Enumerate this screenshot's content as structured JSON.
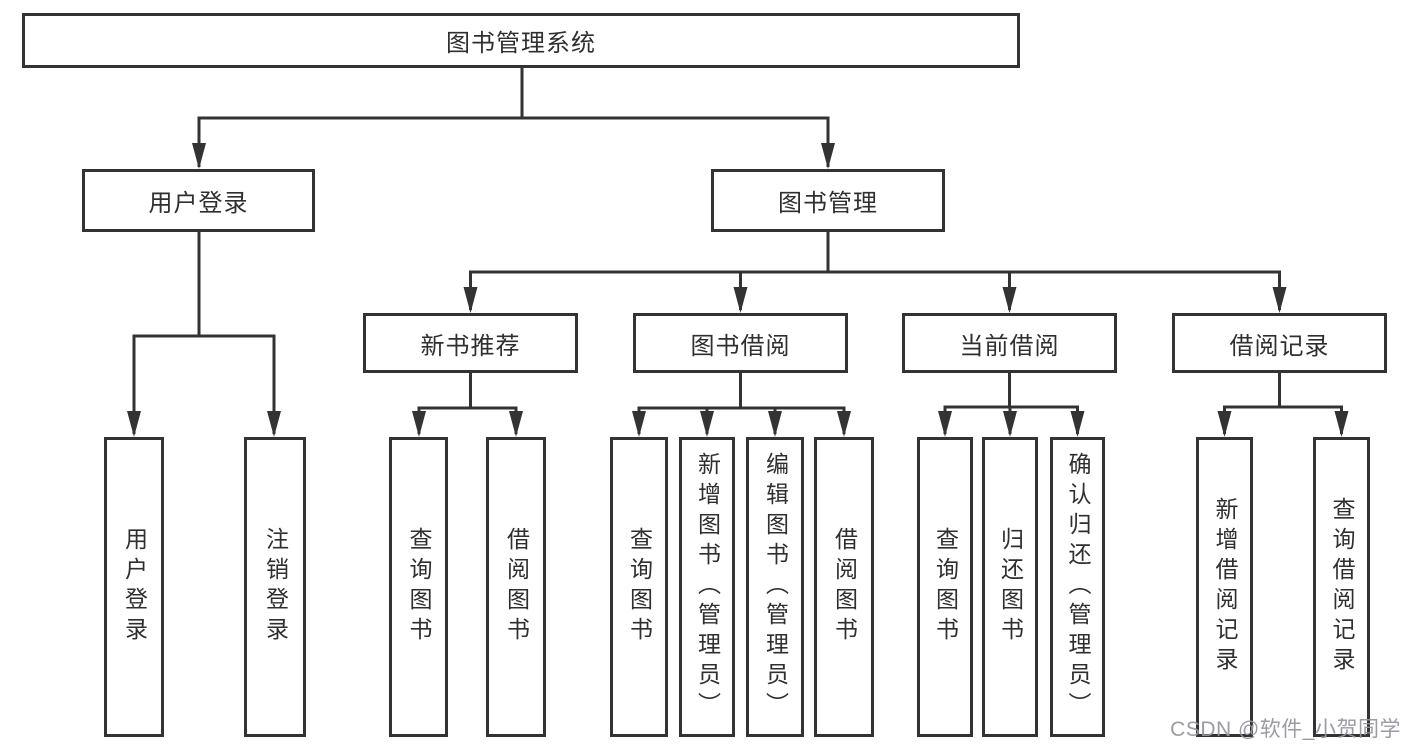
{
  "diagram": {
    "title": "图书管理系统",
    "root": {
      "label": "图书管理系统"
    },
    "level2": [
      {
        "label": "用户登录"
      },
      {
        "label": "图书管理"
      }
    ],
    "level3": [
      {
        "label": "新书推荐"
      },
      {
        "label": "图书借阅"
      },
      {
        "label": "当前借阅"
      },
      {
        "label": "借阅记录"
      }
    ],
    "leaves": [
      {
        "label": "用户登录",
        "parent": "用户登录"
      },
      {
        "label": "注销登录",
        "parent": "用户登录"
      },
      {
        "label": "查询图书",
        "parent": "新书推荐"
      },
      {
        "label": "借阅图书",
        "parent": "新书推荐"
      },
      {
        "label": "查询图书",
        "parent": "图书借阅"
      },
      {
        "label": "新增图书（管理员）",
        "parent": "图书借阅"
      },
      {
        "label": "编辑图书（管理员）",
        "parent": "图书借阅"
      },
      {
        "label": "借阅图书",
        "parent": "图书借阅"
      },
      {
        "label": "查询图书",
        "parent": "当前借阅"
      },
      {
        "label": "归还图书",
        "parent": "当前借阅"
      },
      {
        "label": "确认归还（管理员）",
        "parent": "当前借阅"
      },
      {
        "label": "新增借阅记录",
        "parent": "借阅记录"
      },
      {
        "label": "查询借阅记录",
        "parent": "借阅记录"
      }
    ]
  },
  "watermark": {
    "text": "CSDN @软件_小贺同学"
  },
  "colors": {
    "line": "#333333",
    "text": "#2f2f2f",
    "box_background": "#ffffff",
    "watermark": "#96969e"
  }
}
